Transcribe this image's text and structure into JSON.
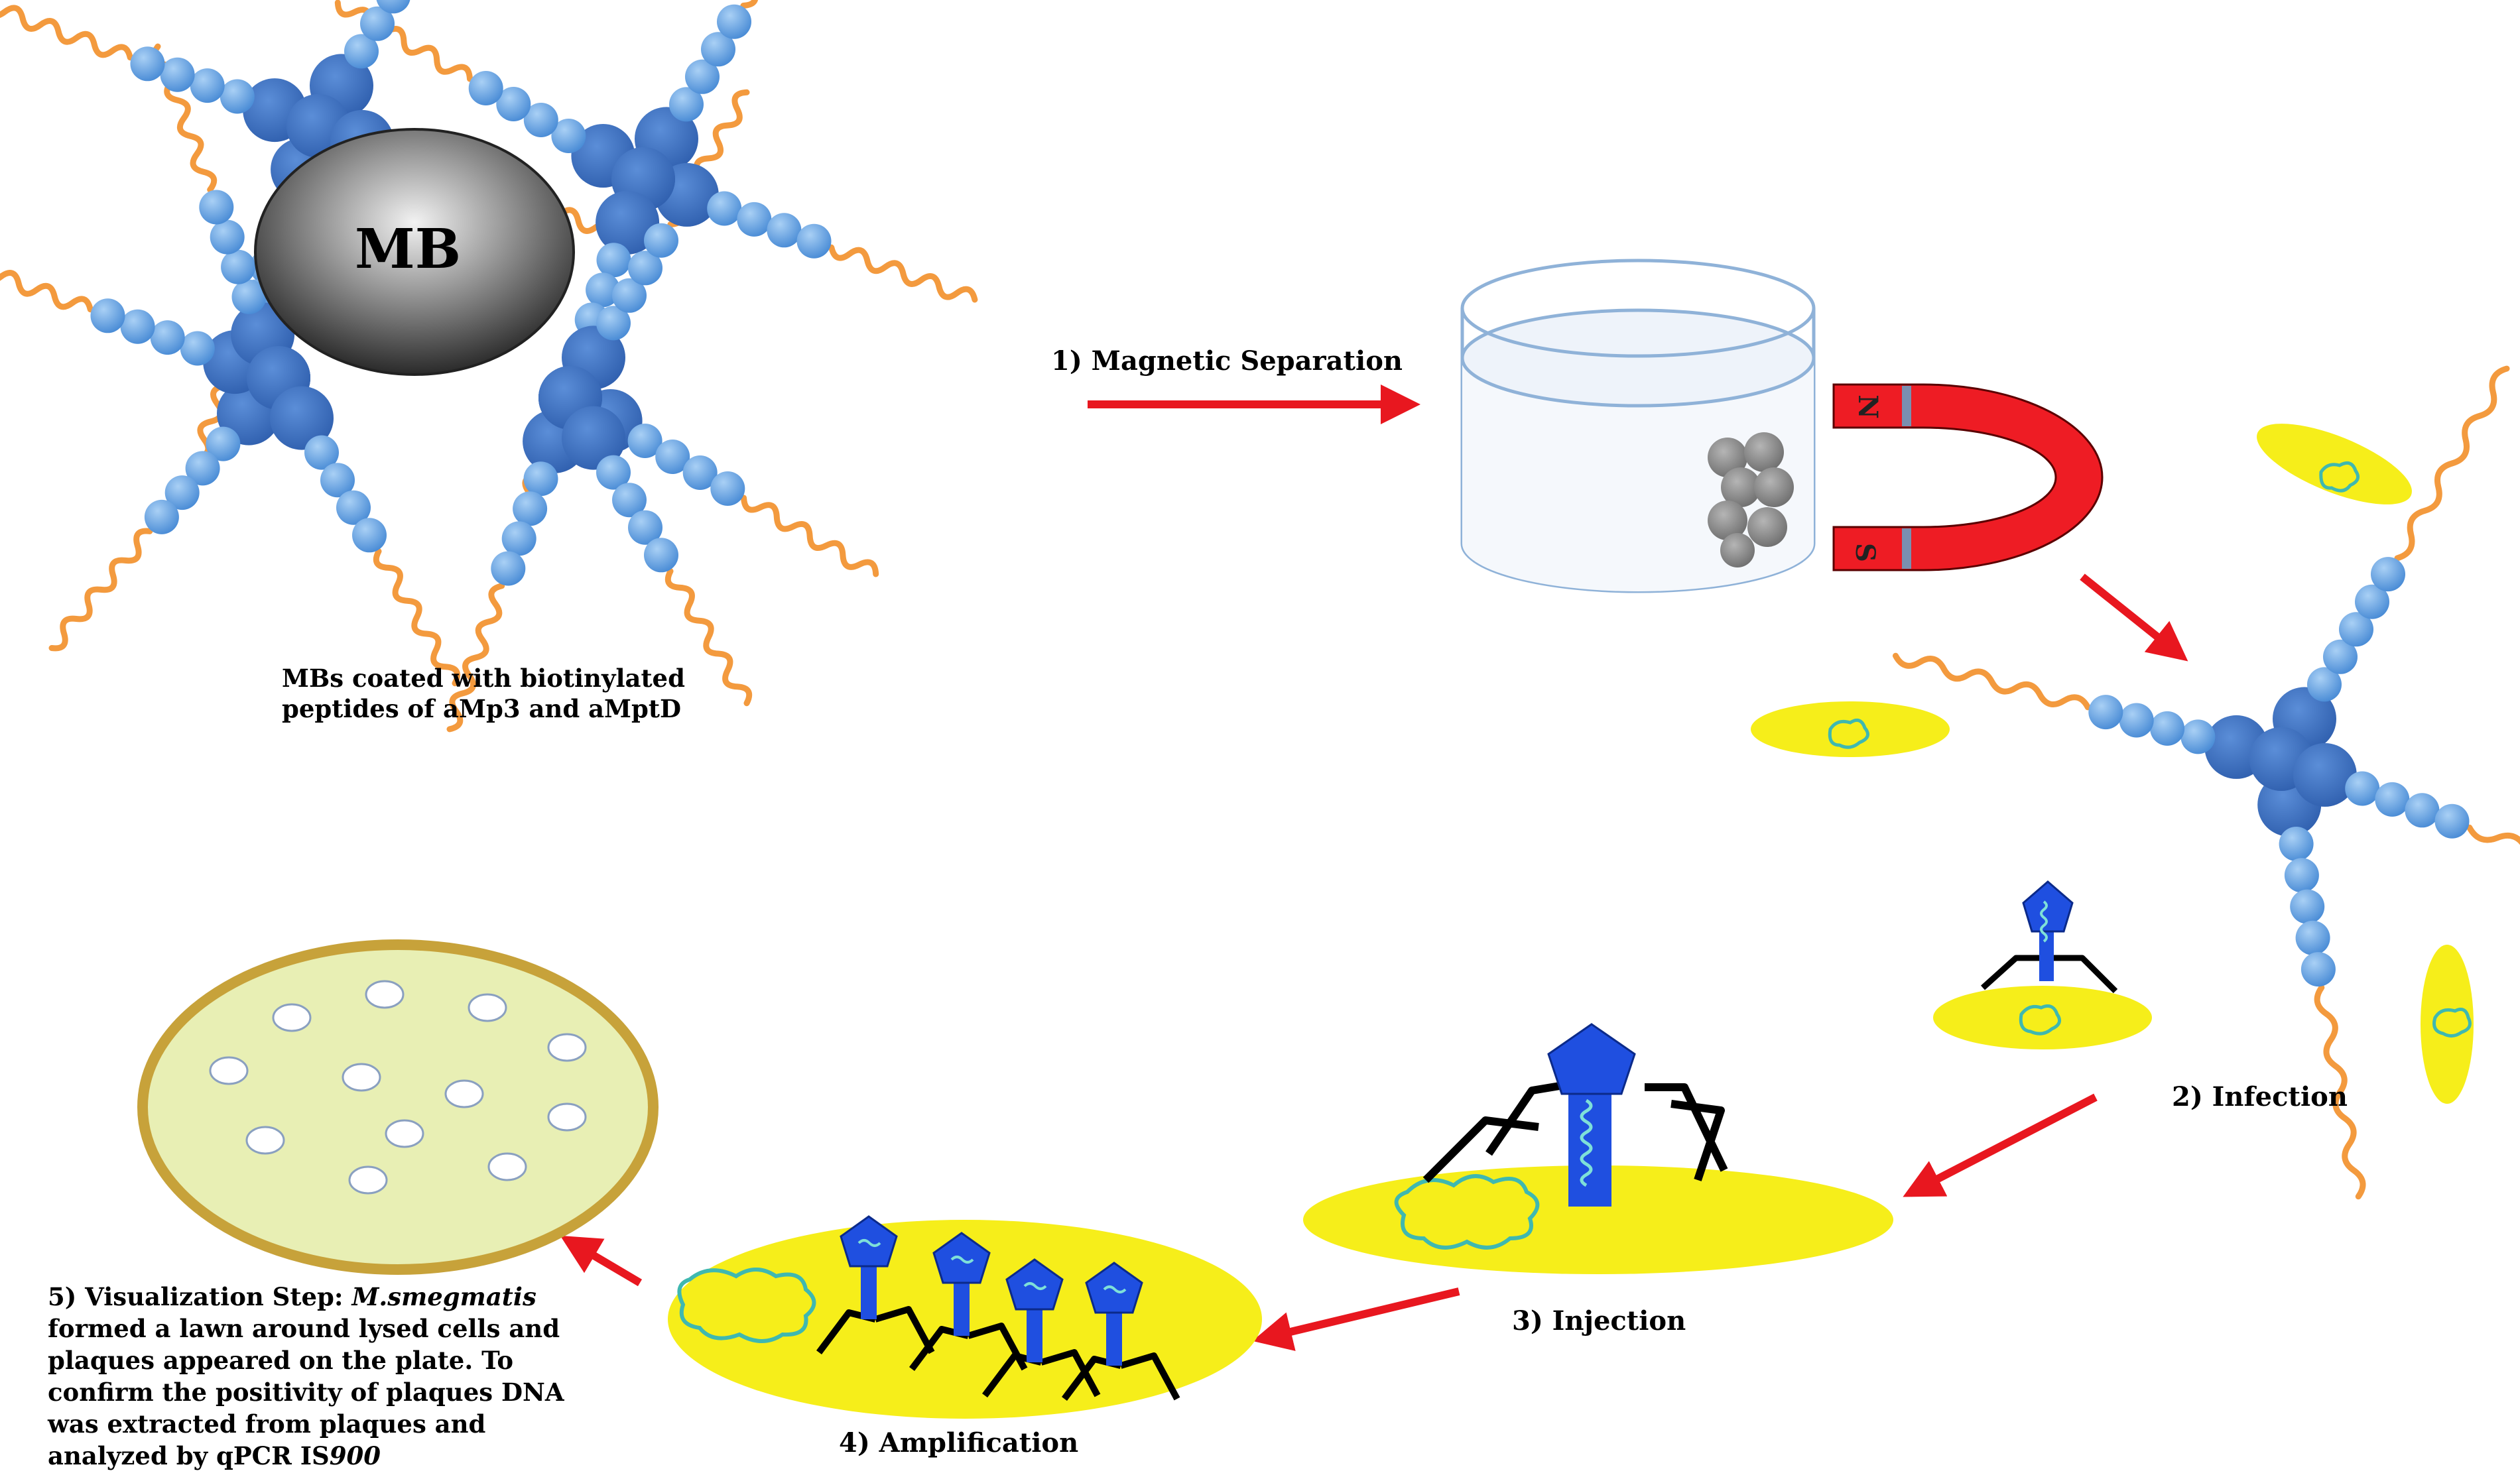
{
  "bead_label": "MB",
  "caption_lines": [
    "MBs coated with biotinylated",
    "peptides of aMp3 and aMptD"
  ],
  "step1_label": "1) Magnetic Separation",
  "magnet": {
    "north": "N",
    "south": "S"
  },
  "step2_label": "2) Infection",
  "step3_label": "3) Injection",
  "step4_label": "4) Amplification",
  "step5": {
    "heading": "5) Visualization Step:",
    "organism": "M.smegmatis",
    "lines": [
      "formed a lawn around lysed cells and",
      "plaques appeared on the plate. To",
      "confirm the positivity of plaques DNA",
      "was extracted from plaques and"
    ],
    "last_prefix": "analyzed by qPCR IS",
    "last_italic": "900"
  },
  "colors": {
    "arrow": "#e8171f",
    "peptide": "#f39a3e",
    "dark_blue_bead": "#3d72c6",
    "light_blue_bead": "#6aa6e4",
    "cell": "#f6ee1a",
    "phage_head": "#1f4fe0",
    "plate_fill": "#e8efb4",
    "plate_rim": "#c7a23a",
    "magnet": "#ee1c24"
  }
}
